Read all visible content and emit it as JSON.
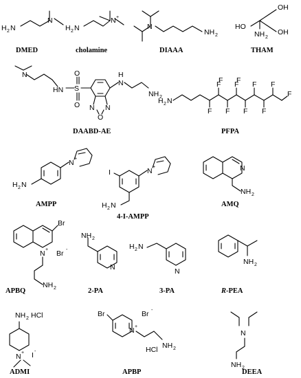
{
  "figure": {
    "compounds": [
      {
        "id": "dmed",
        "label": "DMED"
      },
      {
        "id": "cholamine",
        "label": "cholamine"
      },
      {
        "id": "diaaa",
        "label": "DIAAA"
      },
      {
        "id": "tham",
        "label": "THAM"
      },
      {
        "id": "daabd",
        "label": "DAABD-AE"
      },
      {
        "id": "pfpa",
        "label": "PFPA"
      },
      {
        "id": "ampp",
        "label": "AMPP"
      },
      {
        "id": "iampp",
        "label": "4-I-AMPP"
      },
      {
        "id": "amq",
        "label": "AMQ"
      },
      {
        "id": "apbq",
        "label": "APBQ"
      },
      {
        "id": "pa2",
        "label": "2-PA"
      },
      {
        "id": "pa3",
        "label": "3-PA"
      },
      {
        "id": "rpea",
        "label_italic": "R",
        "label_rest": "-PEA"
      },
      {
        "id": "admi",
        "label": "ADMI"
      },
      {
        "id": "apbp",
        "label": "APBP"
      },
      {
        "id": "deea",
        "label": "DEEA"
      }
    ],
    "atoms": {
      "h2n": "H2N",
      "nh2": "NH2",
      "n": "N",
      "n_plus": "N+",
      "o": "O",
      "oh": "OH",
      "ho": "HO",
      "f": "F",
      "i": "I",
      "br": "Br",
      "br_minus": "Br-",
      "i_minus": "I-",
      "hcl": "HCl",
      "nh": "NH",
      "hn": "HN",
      "s": "S",
      "plus": "+",
      "minus": "-",
      "two": "2"
    }
  }
}
